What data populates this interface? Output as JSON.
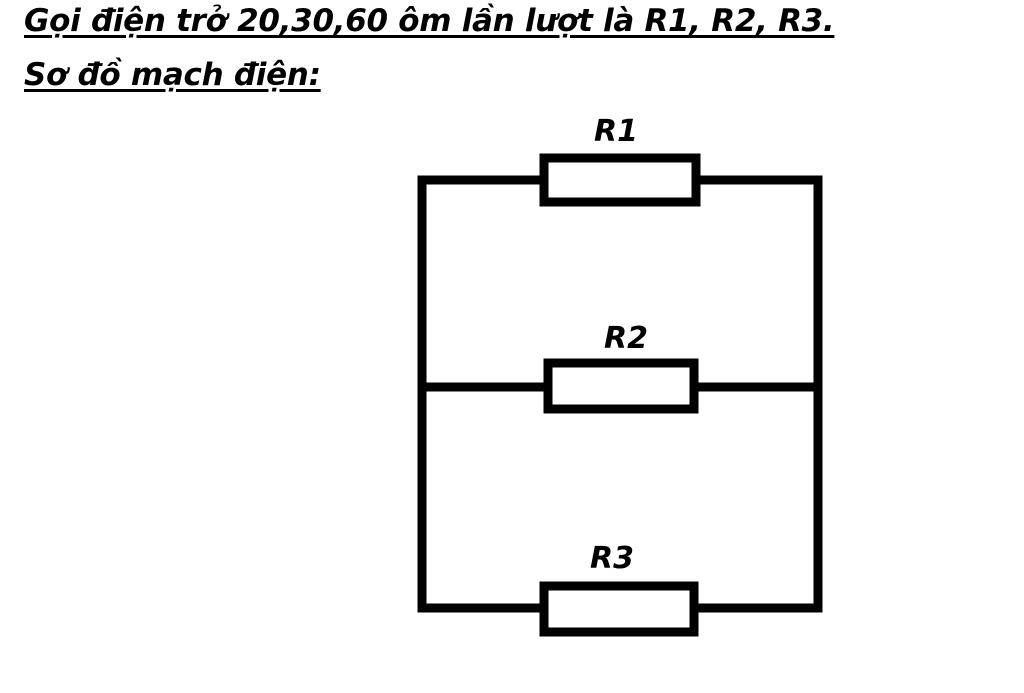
{
  "heading": {
    "line1": "Gọi điện trở 20,30,60 ôm lần lượt là R1, R2, R3.",
    "line2": "Sơ đồ mạch điện:"
  },
  "circuit": {
    "resistors": [
      {
        "label": "R1"
      },
      {
        "label": "R2"
      },
      {
        "label": "R3"
      }
    ]
  }
}
